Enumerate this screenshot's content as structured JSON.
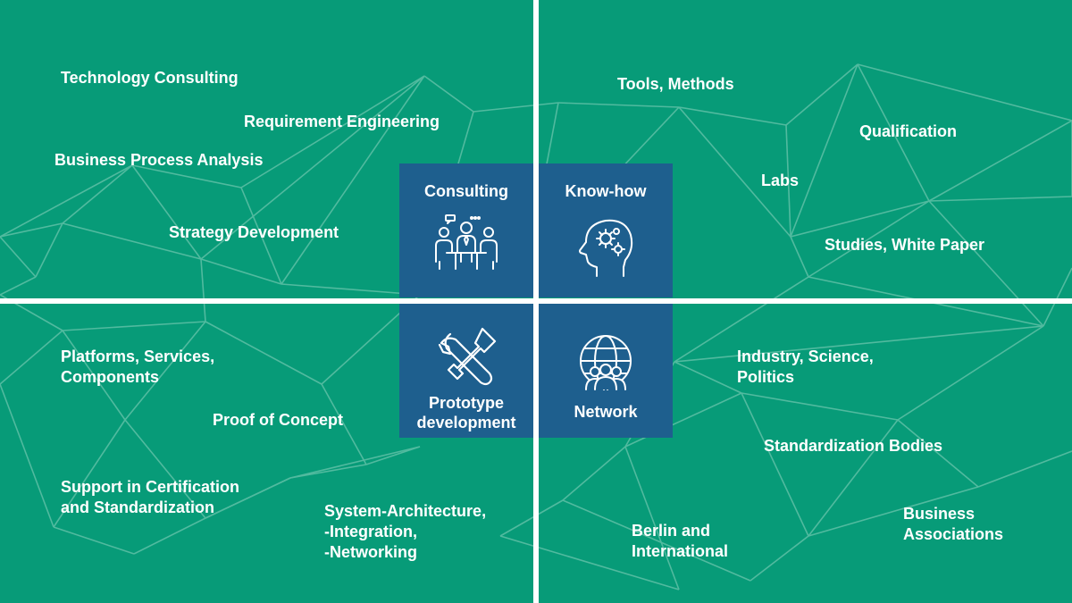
{
  "colors": {
    "background": "#079b78",
    "tile": "#1e5f8e",
    "network_lines": "#5fc0a6",
    "divider": "#ffffff",
    "text": "#ffffff"
  },
  "tiles": {
    "consulting": {
      "title": "Consulting",
      "icon": "meeting-people-icon"
    },
    "knowhow": {
      "title": "Know-how",
      "icon": "head-gears-icon"
    },
    "prototype": {
      "title": "Prototype\ndevelopment",
      "icon": "wrench-screwdriver-icon"
    },
    "network": {
      "title": "Network",
      "icon": "globe-people-icon"
    }
  },
  "labels": {
    "technology_consulting": "Technology Consulting",
    "requirement_engineering": "Requirement Engineering",
    "business_process_analysis": "Business  Process Analysis",
    "strategy_development": "Strategy Development",
    "tools_methods": "Tools, Methods",
    "qualification": "Qualification",
    "labs": "Labs",
    "studies_white_paper": "Studies, White Paper",
    "platforms_services_components": "Platforms, Services,\nComponents",
    "proof_of_concept": "Proof of Concept",
    "support_certification": "Support in Certification\nand Standardization",
    "system_architecture": "System-Architecture,\n-Integration,\n-Networking",
    "industry_science_politics": "Industry, Science,\nPolitics",
    "standardization_bodies": "Standardization Bodies",
    "berlin_international": "Berlin and\nInternational",
    "business_associations": "Business\nAssociations"
  }
}
